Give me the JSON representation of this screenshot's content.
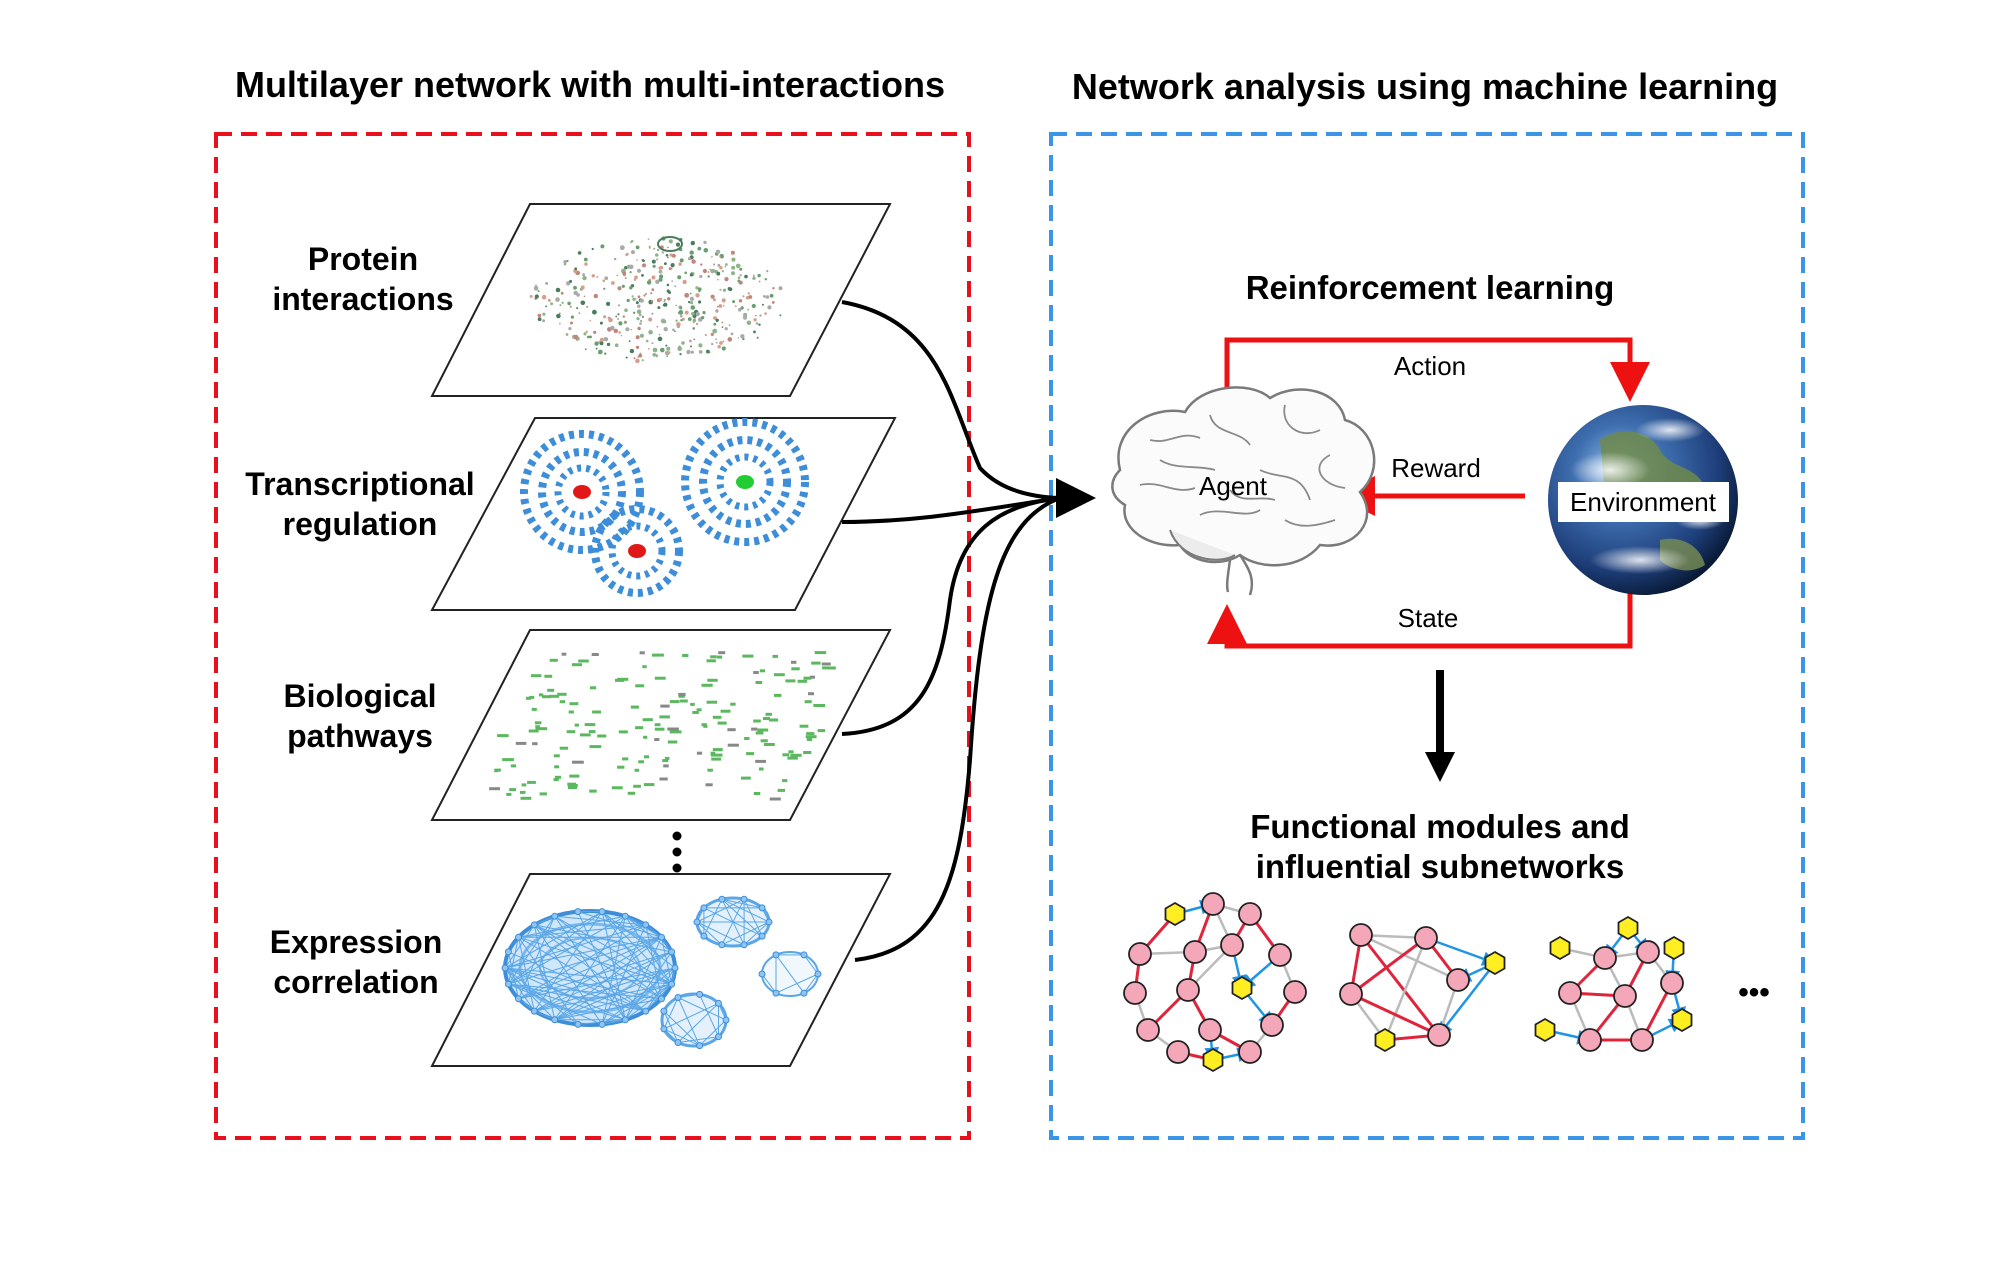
{
  "left_panel": {
    "title": "Multilayer network with multi-interactions",
    "border_color": "#e8101c",
    "layers": [
      {
        "line1": "Protein",
        "line2": "interactions"
      },
      {
        "line1": "Transcriptional",
        "line2": "regulation"
      },
      {
        "line1": "Biological",
        "line2": "pathways"
      },
      {
        "line1": "Expression",
        "line2": "correlation"
      }
    ]
  },
  "right_panel": {
    "title": "Network analysis using machine learning",
    "border_color": "#3b94e6",
    "rl": {
      "title": "Reinforcement learning",
      "agent": "Agent",
      "environment": "Environment",
      "action": "Action",
      "reward": "Reward",
      "state": "State",
      "loop_color": "#ee1111"
    },
    "output": {
      "line1": "Functional modules and",
      "line2": "influential subnetworks",
      "ellipsis": "•••"
    }
  },
  "colors": {
    "node_pink": "#f4a7b9",
    "node_yellow": "#ffee22",
    "edge_red": "#e0243c",
    "edge_blue": "#1f95e8",
    "edge_gray": "#bbbbbb"
  }
}
